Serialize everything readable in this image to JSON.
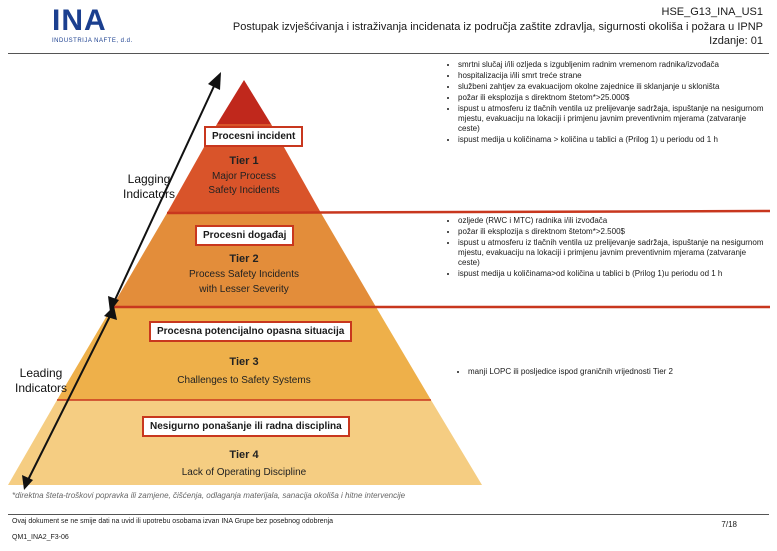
{
  "header": {
    "logo_text": "INA",
    "logo_subtitle": "INDUSTRIJA NAFTE, d.d.",
    "doc_code": "HSE_G13_INA_US1",
    "title": "Postupak izvješćivanja i istraživanja incidenata iz područja zaštite zdravlja, sigurnosti okoliša i požara u IPNP",
    "issue": "Izdanje: 01"
  },
  "pyramid": {
    "tiers": [
      {
        "label": "Procesni incident",
        "title": "Tier 1",
        "subtitle_line1": "Major Process",
        "subtitle_line2": "Safety Incidents",
        "color": "#d9542a"
      },
      {
        "label": "Procesni događaj",
        "title": "Tier 2",
        "subtitle_line1": "Process Safety Incidents",
        "subtitle_line2": "with Lesser Severity",
        "color": "#e38d3a"
      },
      {
        "label": "Procesna potencijalno opasna situacija",
        "title": "Tier 3",
        "subtitle_line1": "Challenges to Safety Systems",
        "color": "#eeb04a"
      },
      {
        "label": "Nesigurno ponašanje ili radna disciplina",
        "title": "Tier 4",
        "subtitle_line1": "Lack of Operating Discipline",
        "color": "#f5cd82"
      }
    ],
    "apex_color": "#c0281c"
  },
  "side_labels": {
    "lagging_line1": "Lagging",
    "lagging_line2": "Indicators",
    "leading_line1": "Leading",
    "leading_line2": "Indicators"
  },
  "bullets": {
    "tier1": [
      "smrtni slučaj i/ili ozljeda s izgubljenim radnim vremenom radnika/izvođača",
      "hospitalizacija i/ili smrt treće strane",
      "službeni zahtjev za evakuacijom okolne zajednice ili sklanjanje u skloništa",
      "požar ili eksplozija s direktnom štetom*>25.000$",
      "ispust u atmosferu iz tlačnih ventila uz prelijevanje sadržaja, ispuštanje na nesigurnom mjestu, evakuaciju na lokaciji i primjenu javnim preventivnim mjerama (zatvaranje ceste)",
      "ispust medija u količinama > količina u tablici a (Prilog 1) u periodu od 1 h"
    ],
    "tier2": [
      "ozljede (RWC i MTC) radnika i/ili izvođača",
      "požar ili eksplozija s direktnom štetom*>2.500$",
      "ispust u atmosferu iz tlačnih ventila uz prelijevanje sadržaja, ispuštanje na nesigurnom mjestu, evakuaciju na lokaciji i primjenu javnim preventivnim mjerama (zatvaranje ceste)",
      "ispust medija u količinama>od količina u tablici b (Prilog 1)u periodu od 1 h"
    ],
    "tier3": [
      "manji LOPC ili posljedice ispod graničnih vrijednosti Tier 2"
    ]
  },
  "footnote": "*direktna šteta-troškovi popravka ili zamjene, čišćenja, odlaganja materijala, sanacija okoliša i hitne intervencije",
  "footer": {
    "notice": "Ovaj dokument se ne smije dati na uvid ili upotrebu osobama izvan INA Grupe bez posebnog odobrenja",
    "form_code": "QM1_INA2_F3-06",
    "page": "7/18"
  }
}
